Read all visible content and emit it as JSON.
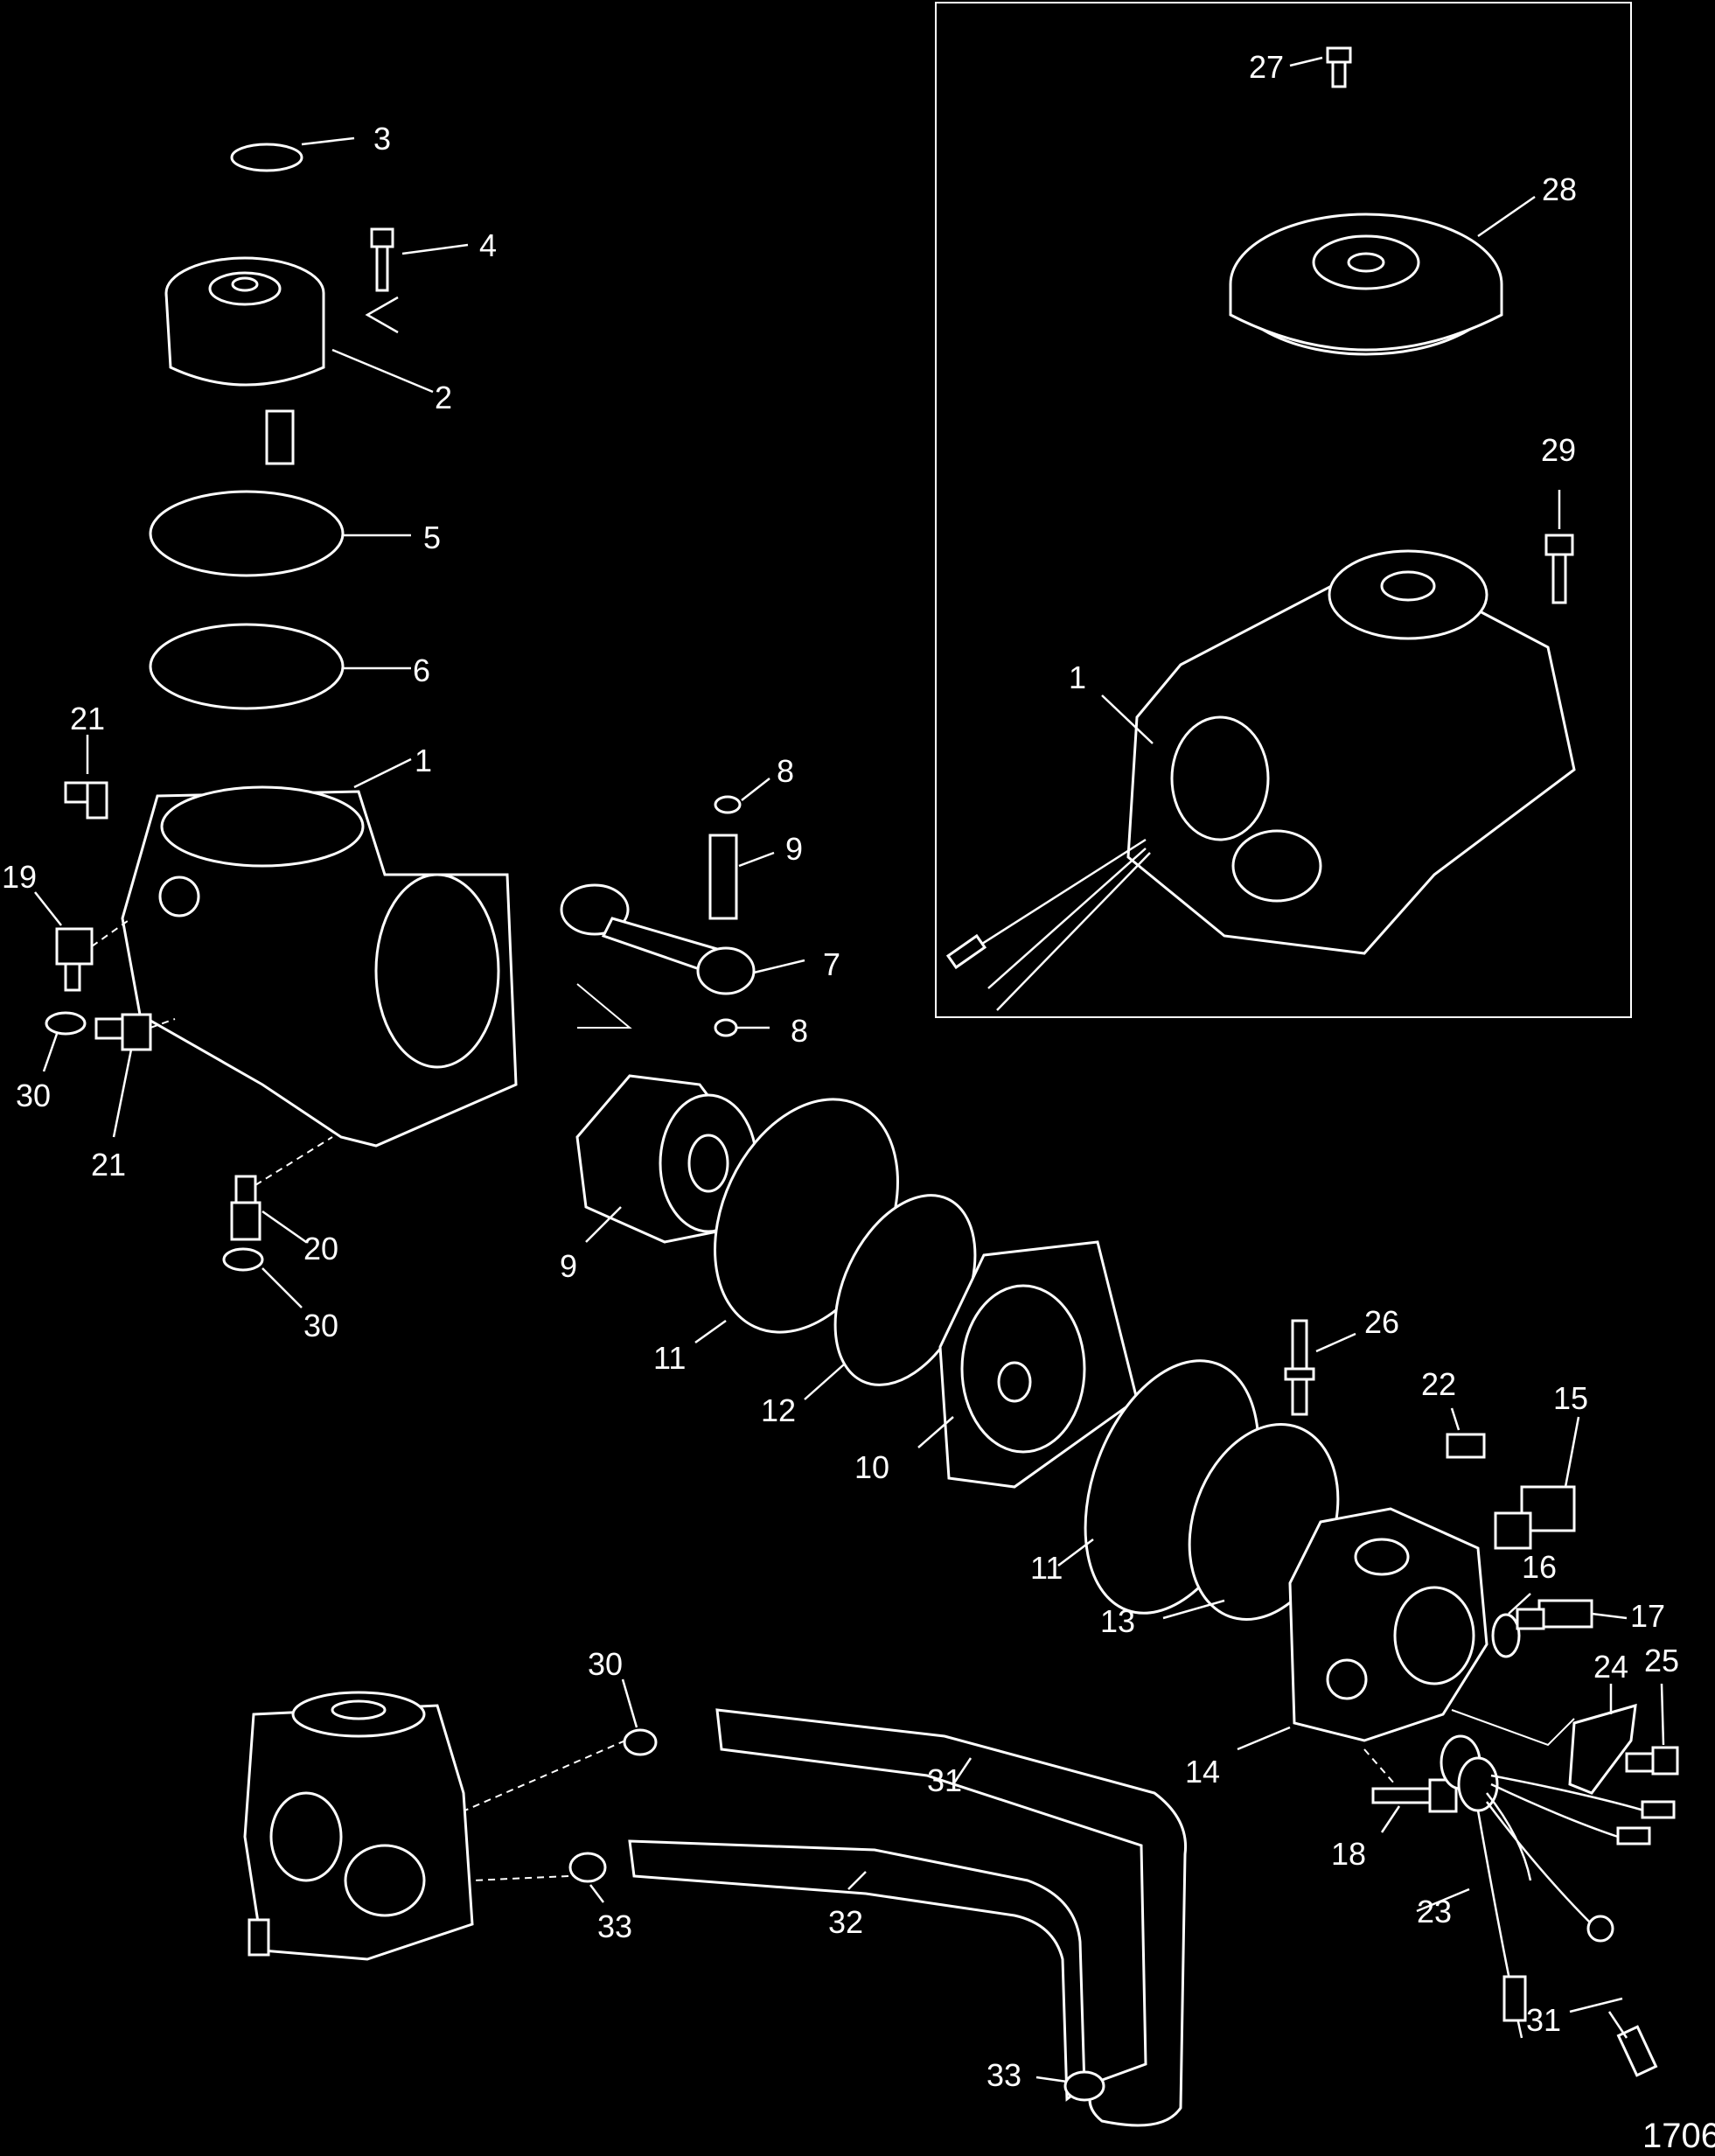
{
  "figure_number": "1706",
  "callouts": {
    "c3": "3",
    "c4": "4",
    "c2": "2",
    "c5": "5",
    "c6": "6",
    "c21a": "21",
    "c1a": "1",
    "c19": "19",
    "c30a": "30",
    "c21b": "21",
    "c20": "20",
    "c30b": "30",
    "c8a": "8",
    "c9a": "9",
    "c7": "7",
    "c8b": "8",
    "c9b": "9",
    "c11a": "11",
    "c12": "12",
    "c10": "10",
    "c26": "26",
    "c22": "22",
    "c15": "15",
    "c16": "16",
    "c17": "17",
    "c11b": "11",
    "c13": "13",
    "c24": "24",
    "c25": "25",
    "c14": "14",
    "c18": "18",
    "c23": "23",
    "c31a": "31",
    "c30c": "30",
    "c31b": "31",
    "c32": "32",
    "c33a": "33",
    "c33b": "33",
    "c27": "27",
    "c28": "28",
    "c29": "29",
    "c1b": "1"
  }
}
